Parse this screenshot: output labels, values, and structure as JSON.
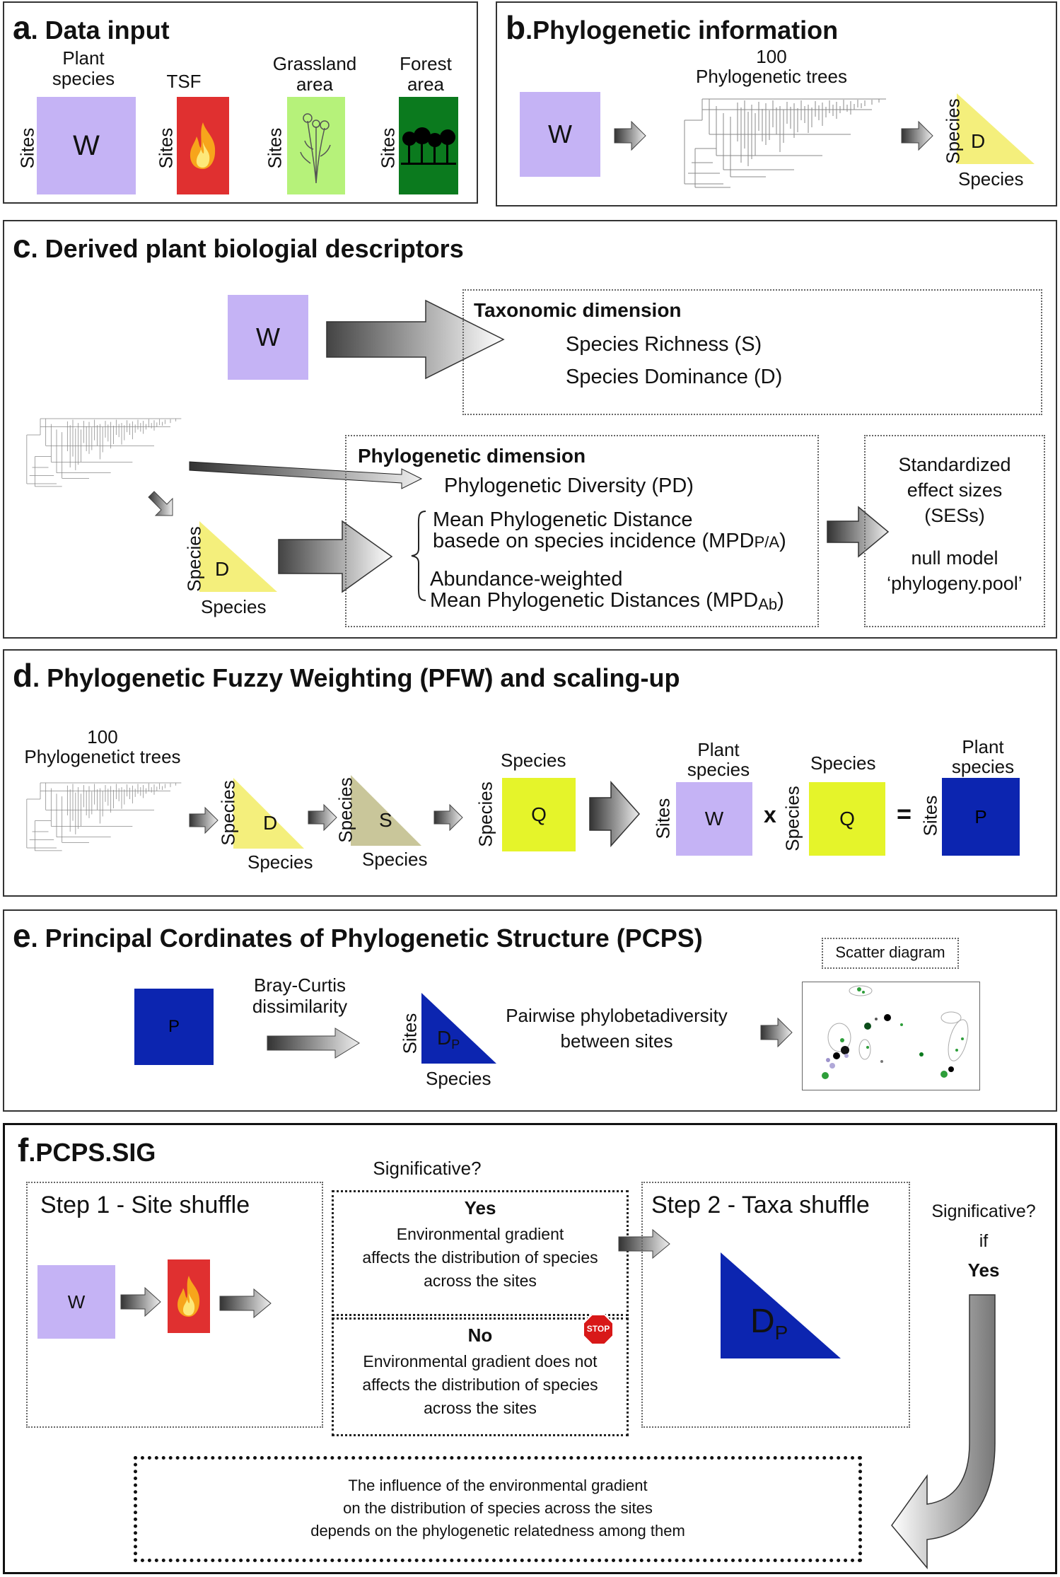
{
  "colors": {
    "lilac": "#c5b3f5",
    "red": "#e03030",
    "lightgreen": "#b6f27a",
    "darkgreen": "#0b7a1e",
    "yellow": "#f4ef7c",
    "khaki": "#c9c69a",
    "lime": "#e5f42a",
    "navy": "#0c25b0"
  },
  "panel_a": {
    "letter": "a",
    "title": ". Data input",
    "plant_species": "Plant\nspecies",
    "tsf": "TSF",
    "grassland": "Grassland\narea",
    "forest": "Forest\narea",
    "sites": "Sites",
    "w": "W"
  },
  "panel_b": {
    "letter": "b",
    "title": ".Phylogenetic information",
    "trees": "100\nPhylogenetic trees",
    "w": "W",
    "species": "Species",
    "d": "D"
  },
  "panel_c": {
    "letter": "c",
    "title": ". Derived plant biologial descriptors",
    "w": "W",
    "tax_title": "Taxonomic dimension",
    "richness": "Species Richness (S)",
    "dominance": "Species Dominance (D)",
    "phy_title": "Phylogenetic dimension",
    "pd": "Phylogenetic Diversity (PD)",
    "mpd1_line1": "Mean Phylogenetic Distance",
    "mpd1_line2_pre": "basede on species incidence (MPD",
    "mpd1_sub": "P/A",
    "mpd1_post": ")",
    "mpd2_line1": "Abundance-weighted",
    "mpd2_line2_pre": "Mean Phylogenetic Distances (MPD",
    "mpd2_sub": "Ab",
    "mpd2_post": ")",
    "ses": "Standardized\neffect sizes\n(SESs)",
    "null_model": "null model\n‘phylogeny.pool’",
    "species": "Species",
    "d": "D"
  },
  "panel_d": {
    "letter": "d",
    "title": ". Phylogenetic Fuzzy Weighting (PFW) and scaling-up",
    "trees": "100\nPhylogenetict trees",
    "species": "Species",
    "sites": "Sites",
    "plant_species": "Plant\nspecies",
    "d": "D",
    "s": "S",
    "q": "Q",
    "w": "W",
    "p": "P",
    "times": "x",
    "equals": "="
  },
  "panel_e": {
    "letter": "e",
    "title": ". Principal Cordinates of Phylogenetic Structure (PCPS)",
    "p": "P",
    "bray": "Bray-Curtis\ndissimilarity",
    "sites": "Sites",
    "species": "Species",
    "dp": "D",
    "dp_sub": "P",
    "pairwise": "Pairwise phylobetadiversity\nbetween sites",
    "scatter": "Scatter diagram"
  },
  "panel_f": {
    "letter": "f",
    "title": ".PCPS.SIG",
    "step1": "Step 1 - Site shuffle",
    "w": "W",
    "significative": "Significative?",
    "yes": "Yes",
    "yes_text": "Environmental gradient\naffects the distribution of species\nacross the sites",
    "no": "No",
    "no_text": "Environmental gradient does not\naffects the distribution of species\nacross the sites",
    "stop": "STOP",
    "step2": "Step 2 - Taxa shuffle",
    "dp": "D",
    "dp_sub": "P",
    "sig2": "Significative?",
    "if": "if",
    "yes2": "Yes",
    "conclusion": "The influence of the environmental gradient\non the distribution of species across the sites\ndepends on the phylogenetic relatedness among them"
  }
}
